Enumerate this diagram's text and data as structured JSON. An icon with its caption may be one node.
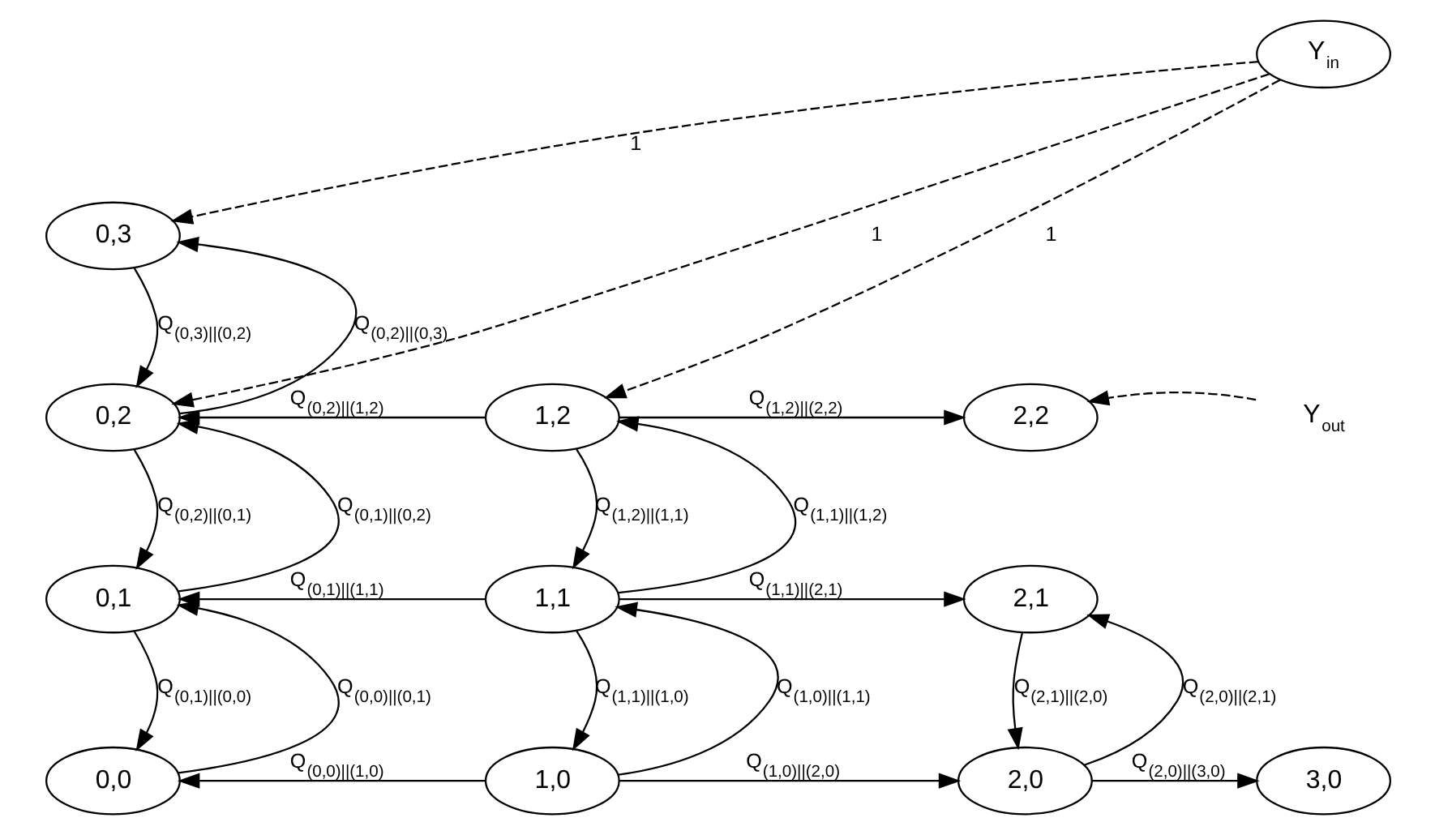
{
  "diagram": {
    "nodes": [
      {
        "text": [
          "Y$_{in}$"
        ]
      },
      {
        "text": [
          "0,3"
        ]
      },
      {
        "text": [
          "0,2"
        ]
      },
      {
        "text": [
          "1,2"
        ]
      },
      {
        "text": [
          "2,2"
        ]
      },
      {
        "text": [
          "Y$_{out}$"
        ]
      },
      {
        "text": [
          "0,1"
        ]
      },
      {
        "text": [
          "1,1"
        ]
      },
      {
        "text": [
          "2,1"
        ]
      },
      {
        "text": [
          "0,0"
        ]
      },
      {
        "text": [
          "1,0"
        ]
      },
      {
        "text": [
          "2,0"
        ]
      },
      {
        "text": [
          "3,0"
        ]
      }
    ],
    "edges": [
      {
        "from": 0,
        "to": 1,
        "arrow": "to",
        "label": "1",
        "style": "dashed"
      },
      {
        "from": 0,
        "to": 2,
        "arrow": "to",
        "label": "1",
        "style": "dashed"
      },
      {
        "from": 0,
        "to": 3,
        "arrow": "to",
        "label": "1",
        "style": "dashed"
      },
      {
        "from": 2,
        "to": 1,
        "arrow": "to",
        "label": "Q$_{(0,2)||(0,3)}$"
      },
      {
        "from": 1,
        "to": 2,
        "arrow": "to",
        "label": "Q$_{(0,3)||(0,2)}$"
      },
      {
        "from": 3,
        "to": 2,
        "arrow": "to",
        "label": "Q$_{(0,2)||(1,2)}$"
      },
      {
        "from": 3,
        "to": 4,
        "arrow": "to",
        "label": "Q$_{(1,2)||(2,2)}$"
      },
      {
        "from": 5,
        "to": 4,
        "arrow": "to",
        "style": "dashed"
      },
      {
        "from": 6,
        "to": 2,
        "arrow": "to",
        "label": "Q$_{(0,1)||(0,2)}$"
      },
      {
        "from": 2,
        "to": 6,
        "arrow": "to",
        "label": "Q$_{(0,2)||(0,1)}$"
      },
      {
        "from": 7,
        "to": 3,
        "arrow": "to",
        "label": "Q$_{(1,1)||(1,2)}$"
      },
      {
        "from": 3,
        "to": 7,
        "arrow": "to",
        "label": "Q$_{(1,2)||(1,1)}$"
      },
      {
        "from": 7,
        "to": 6,
        "arrow": "to",
        "label": "Q$_{(0,1)||(1,1)}$"
      },
      {
        "from": 7,
        "to": 8,
        "arrow": "to",
        "label": "Q$_{(1,1)||(2,1)}$"
      },
      {
        "from": 9,
        "to": 6,
        "arrow": "to",
        "label": "Q$_{(0,0)||(0,1)}$"
      },
      {
        "from": 6,
        "to": 9,
        "arrow": "to",
        "label": "Q$_{(0,1)||(0,0)}$"
      },
      {
        "from": 10,
        "to": 7,
        "arrow": "to",
        "label": "Q$_{(1,0)||(1,1)}$"
      },
      {
        "from": 7,
        "to": 10,
        "arrow": "to",
        "label": "Q$_{(1,1)||(1,0)}$"
      },
      {
        "from": 11,
        "to": 8,
        "arrow": "to",
        "label": "Q$_{(2,0)||(2,1)}$"
      },
      {
        "from": 8,
        "to": 11,
        "arrow": "to",
        "label": "Q$_{(2,1)||(2,0)}$"
      },
      {
        "from": 10,
        "to": 9,
        "arrow": "to",
        "label": "Q$_{(0,0)||(1,0)}$"
      },
      {
        "from": 10,
        "to": 11,
        "arrow": "to",
        "label": "Q$_{(1,0)||(2,0)}$"
      },
      {
        "from": 11,
        "to": 12,
        "arrow": "to",
        "label": "Q$_{(2,0)||(3,0)}$"
      }
    ]
  }
}
